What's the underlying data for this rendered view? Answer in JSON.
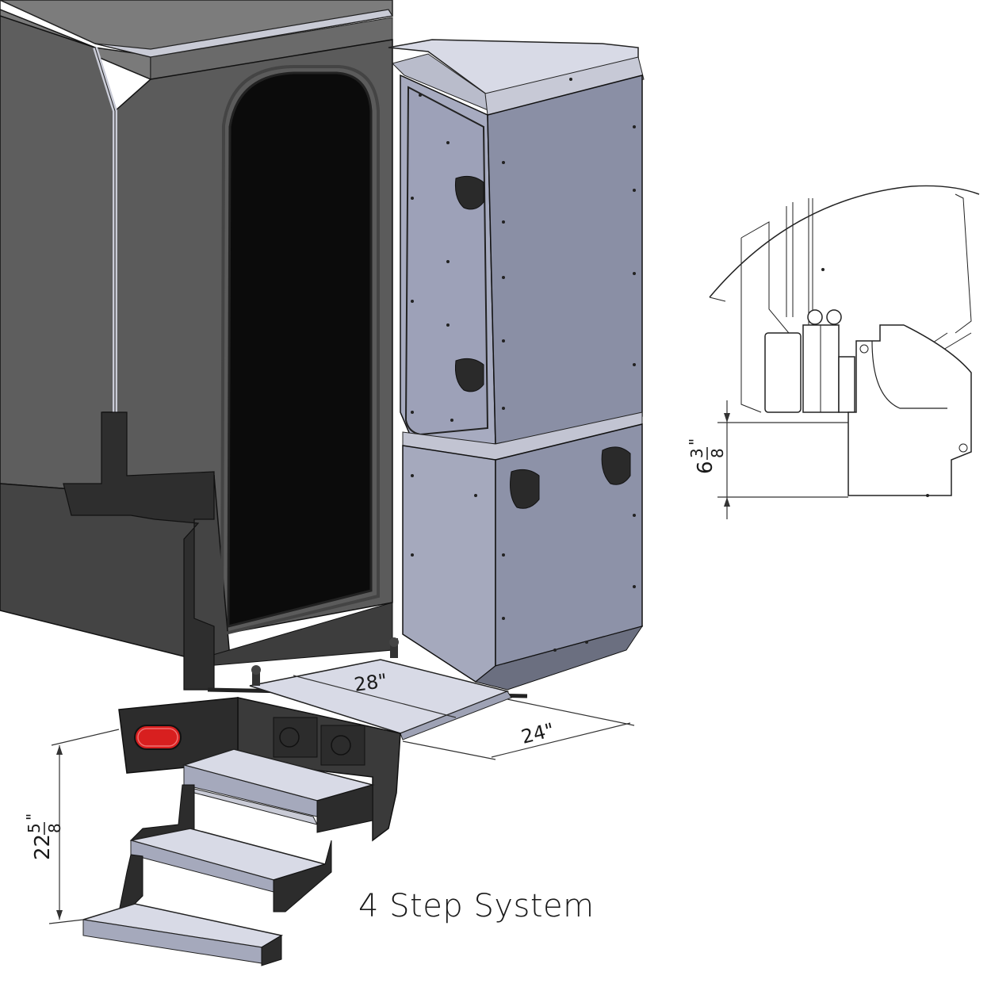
{
  "dimensions": {
    "platform_width": "28\"",
    "platform_depth": "24\"",
    "step_rise_whole": "22",
    "step_rise_num": "5",
    "step_rise_den": "8",
    "step_rise_unit": "\"",
    "detail_whole": "6",
    "detail_num": "3",
    "detail_den": "8",
    "detail_unit": "\""
  },
  "caption": "4 Step System",
  "colors": {
    "body_dark": "#5e5e5e",
    "skirt": "#444444",
    "door": "#0b0b0b",
    "cabinet_light": "#a7abc0",
    "cabinet_mid": "#8a8fa5",
    "tread": "#d8dae6",
    "bracket": "#2e2e2e",
    "tail_light": "#d81f1f"
  },
  "icons": {
    "vent": "vent-icon",
    "tail_light": "tail-light-icon"
  }
}
